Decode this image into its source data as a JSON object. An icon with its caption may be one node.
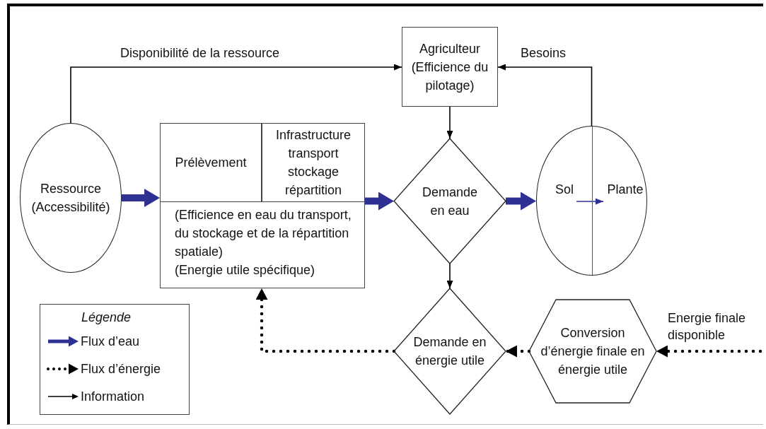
{
  "diagram": {
    "nodes": [
      {
        "text": [
          "Ressource (Accessibilité)"
        ]
      },
      {
        "text": [
          "(Efficience en eau du transport, du stockage et de la répartition spatiale)",
          "(Energie utile spécifique)"
        ]
      },
      {
        "text": [
          "Prélèvement"
        ],
        "in": 1
      },
      {
        "text": [
          "Infrastructure transport stockage répartition"
        ],
        "in": 1
      },
      {
        "text": [
          "Agriculteur (Efficience du pilotage)"
        ]
      },
      {
        "text": [
          "Demande en eau"
        ]
      },
      {
        "text": [],
        "shape": "circle"
      },
      {
        "text": [
          "Sol"
        ],
        "in": 6
      },
      {
        "text": [
          "Plante"
        ],
        "in": 6
      },
      {
        "text": [
          "Demande en énergie utile"
        ]
      },
      {
        "text": [
          "Conversion d’énergie finale en énergie utile"
        ]
      }
    ],
    "edges": [
      {
        "from": 0,
        "to": 4,
        "arrow": "to",
        "label": "Disponibilité de la ressource"
      },
      {
        "from": 6,
        "to": 4,
        "arrow": "to",
        "label": "Besoins"
      },
      {
        "from": 0,
        "to": 1,
        "arrow": "to",
        "style": "thick",
        "color": "#2e3192"
      },
      {
        "from": 1,
        "to": 5,
        "arrow": "to",
        "style": "thick",
        "color": "#2e3192"
      },
      {
        "from": 5,
        "to": 6,
        "arrow": "to",
        "style": "thick",
        "color": "#2e3192"
      },
      {
        "from": 7,
        "to": 8,
        "arrow": "to",
        "color": "#2e3192"
      },
      {
        "from": 4,
        "to": 5,
        "arrow": "to"
      },
      {
        "from": 5,
        "to": 9,
        "arrow": "to"
      },
      {
        "from": null,
        "to": 10,
        "arrow": "to",
        "style": "dashed",
        "label": "Energie finale disponible"
      },
      {
        "from": 10,
        "to": 9,
        "arrow": "to",
        "style": "dashed"
      },
      {
        "from": 9,
        "to": 1,
        "arrow": "to",
        "style": "dashed"
      }
    ],
    "labels": [
      "Légende"
    ],
    "legend": [
      {
        "text": "Flux d’eau"
      },
      {
        "text": "Flux d’énergie"
      },
      {
        "text": "Information"
      }
    ]
  }
}
